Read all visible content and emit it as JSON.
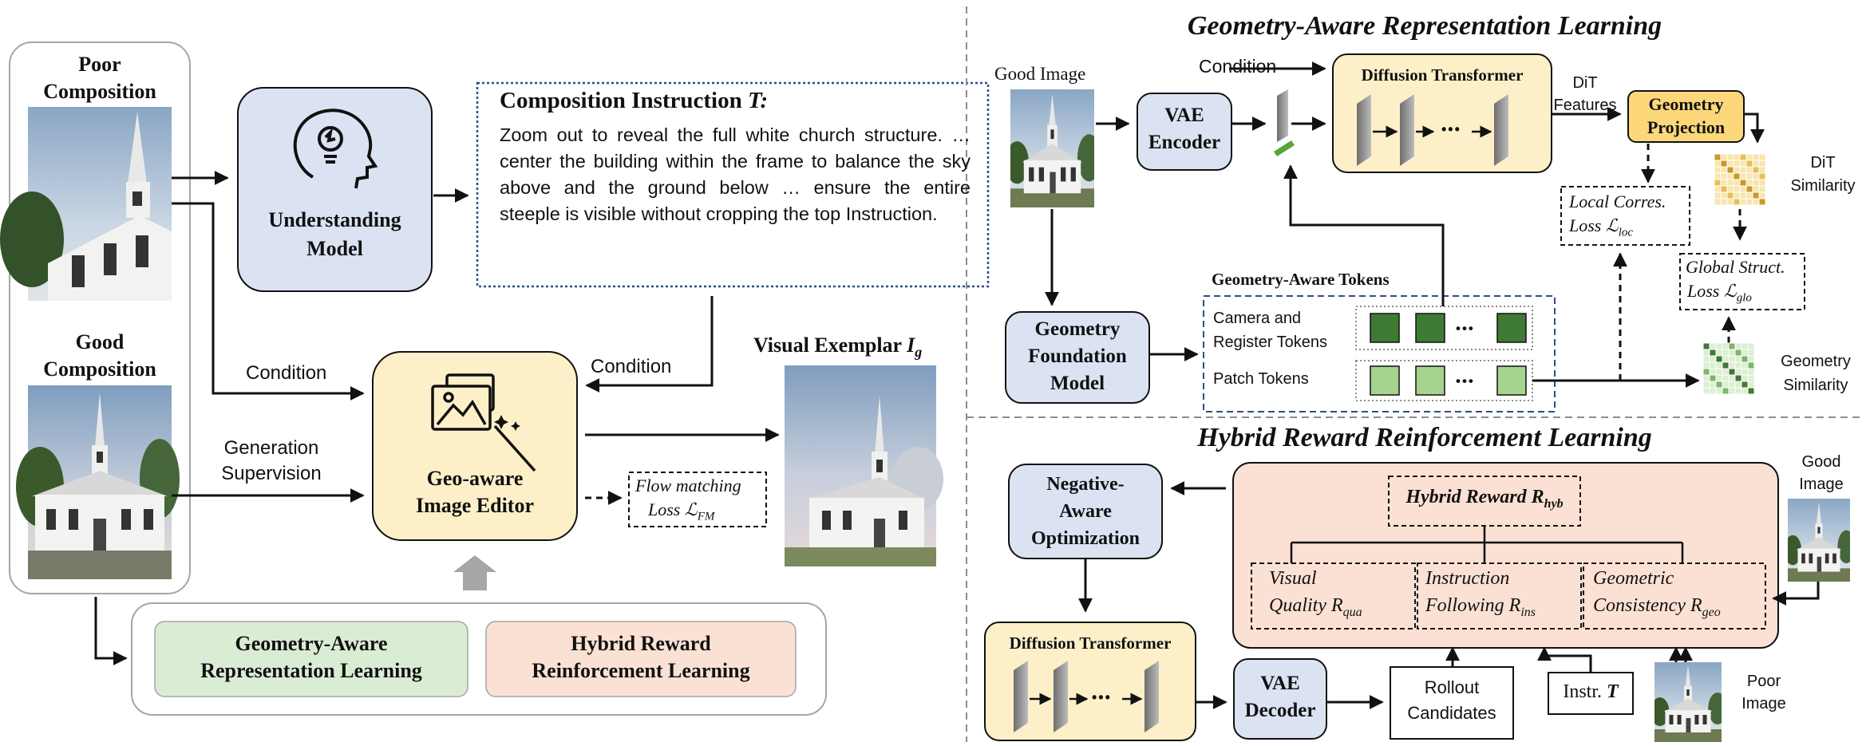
{
  "left": {
    "poor_composition": "Poor\nComposition",
    "good_composition": "Good\nComposition",
    "understanding_model": "Understanding\nModel",
    "instruction_title": "Composition Instruction ",
    "instruction_symbol": "T:",
    "instruction_body": "Zoom out to reveal the full white church structure. … center the building within the frame to balance the sky above and the ground below … ensure the entire steeple is visible without cropping the top Instruction.",
    "condition_left": "Condition",
    "condition_right": "Condition",
    "generation_supervision": "Generation\nSupervision",
    "editor": "Geo-aware\nImage Editor",
    "flow_loss_line1": "Flow matching",
    "flow_loss_line2": "Loss ℒ",
    "flow_loss_sub": "FM",
    "visual_exemplar": "Visual Exemplar ",
    "visual_exemplar_symbol": "I",
    "visual_exemplar_sub": "g",
    "module_geometry": "Geometry-Aware\nRepresentation Learning",
    "module_hybrid": "Hybrid Reward\nReinforcement Learning"
  },
  "top_right": {
    "title": "Geometry-Aware Representation Learning",
    "good_image": "Good Image",
    "condition": "Condition",
    "vae_encoder": "VAE\nEncoder",
    "diffusion_transformer": "Diffusion Transformer",
    "dots": "•••",
    "dit_features": "DiT\nFeatures",
    "geometry_projection": "Geometry\nProjection",
    "dit_similarity": "DiT\nSimilarity",
    "local_loss_line1": "Local Corres.",
    "local_loss_line2": "Loss ℒ",
    "local_loss_sub": "loc",
    "global_loss_line1": "Global Struct.",
    "global_loss_line2": "Loss ℒ",
    "global_loss_sub": "glo",
    "geometry_foundation_model": "Geometry\nFoundation\nModel",
    "geometry_aware_tokens": "Geometry-Aware Tokens",
    "camera_tokens": "Camera and\nRegister Tokens",
    "patch_tokens": "Patch Tokens",
    "token_dots": "•••",
    "geometry_similarity": "Geometry\nSimilarity"
  },
  "bottom_right": {
    "title": "Hybrid Reward Reinforcement Learning",
    "negative_aware": "Negative-\nAware\nOptimization",
    "hybrid_reward": "Hybrid Reward ",
    "hybrid_reward_symbol": "R",
    "hybrid_reward_sub": "hyb",
    "visual_quality_line1": "Visual",
    "visual_quality_line2": "Quality ",
    "visual_quality_sub": "qua",
    "instruction_following_line1": "Instruction",
    "instruction_following_line2": "Following ",
    "instruction_following_sub": "ins",
    "geometric_consistency_line1": "Geometric",
    "geometric_consistency_line2": "Consistency ",
    "geometric_consistency_sub": "geo",
    "reward_symbol": "R",
    "good_image": "Good\nImage",
    "diffusion_transformer": "Diffusion Transformer",
    "dots": "•••",
    "vae_decoder": "VAE\nDecoder",
    "rollout_candidates": "Rollout\nCandidates",
    "instr_label": "Instr. ",
    "instr_symbol": "T",
    "poor_image": "Poor\nImage"
  },
  "colors": {
    "blue_box": "#dbe3f3",
    "yellow_box": "#fdf0c8",
    "orange_box": "#fbe1d3",
    "green_box": "#dbecd5",
    "dark_green_token": "#3f7a35",
    "light_green_token": "#a6d38f",
    "dotted_blue": "#2e4d8a",
    "gray_frame": "#a6a6a6"
  }
}
